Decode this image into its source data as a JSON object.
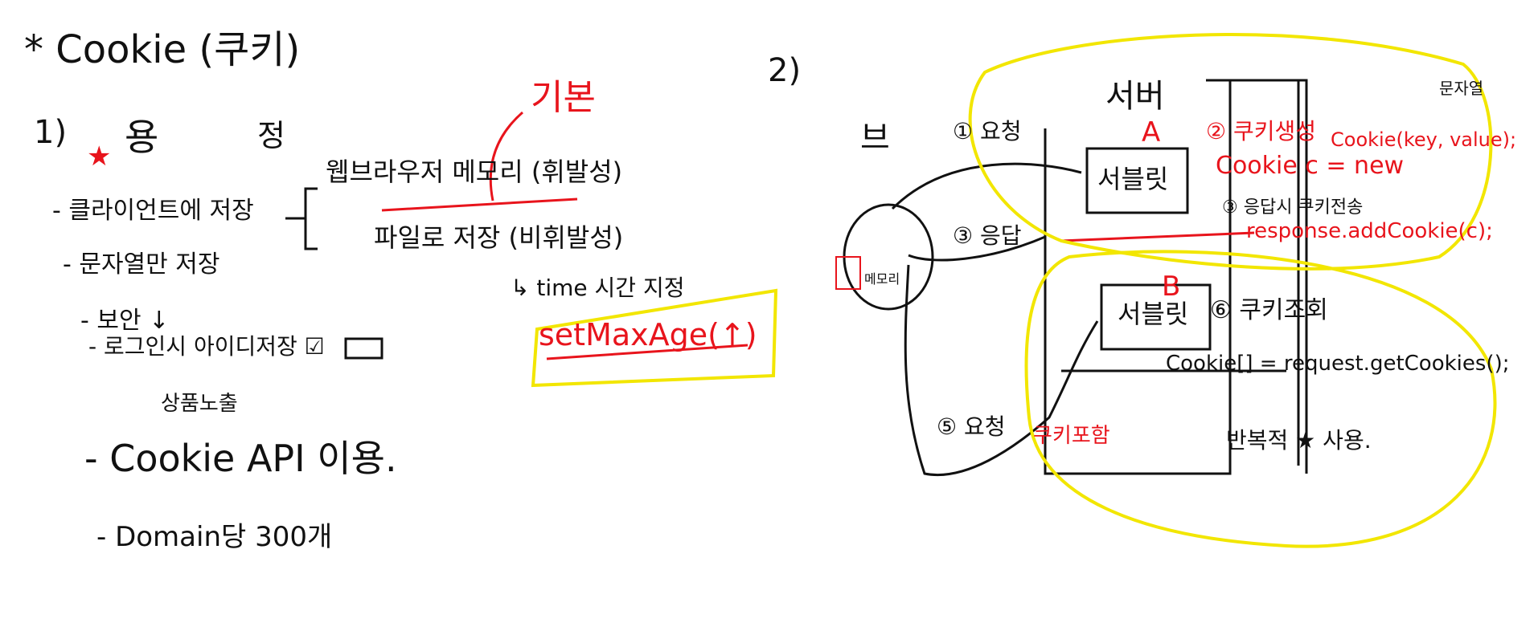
{
  "colors": {
    "ink": "#111111",
    "red": "#e8141c",
    "yellow": "#f2e600"
  },
  "left": {
    "title": "* Cookie (쿠키)",
    "section_number": "1)",
    "star": "★",
    "feature_heading": "용",
    "heading_mark": "정",
    "items": [
      "- 클라이언트에 저장",
      "- 문자열만 저장",
      "- 보안 ↓",
      "- 로그인시 아이디저장 ☑",
      "상품노출",
      "- Cookie API 이용.",
      "- Domain당 300개"
    ],
    "storage_memory": "웹브라우저 메모리 (휘발성)",
    "storage_file": "파일로 저장 (비휘발성)",
    "memo_label": "기본",
    "time_note": "↳ time 시간 지정",
    "max_age_code": "setMaxAge(↑)"
  },
  "right": {
    "section_number": "2)",
    "client_label": "브",
    "client_memory": "메모리",
    "server_label": "서버",
    "servlet_a_marker": "A",
    "servlet_a": "서블릿",
    "servlet_b_marker": "B",
    "servlet_b": "서블릿",
    "step1": "① 요청",
    "step2_title": "② 쿠키생성",
    "step2_code_left": "Cookie c = new",
    "step2_code_right": "Cookie(key, value);",
    "step3_desc": "③ 응답시 쿠키전송",
    "step3_code": "response.addCookie(c);",
    "step3_arrow": "③ 응답",
    "step5": "⑤ 요청",
    "cookie_included": "쿠키포함",
    "step6": "⑥ 쿠키조회",
    "step6_code": "Cookie[] = request.getCookies();",
    "repeat_use": "반복적 ★ 사용.",
    "value_hint": "문자열"
  }
}
